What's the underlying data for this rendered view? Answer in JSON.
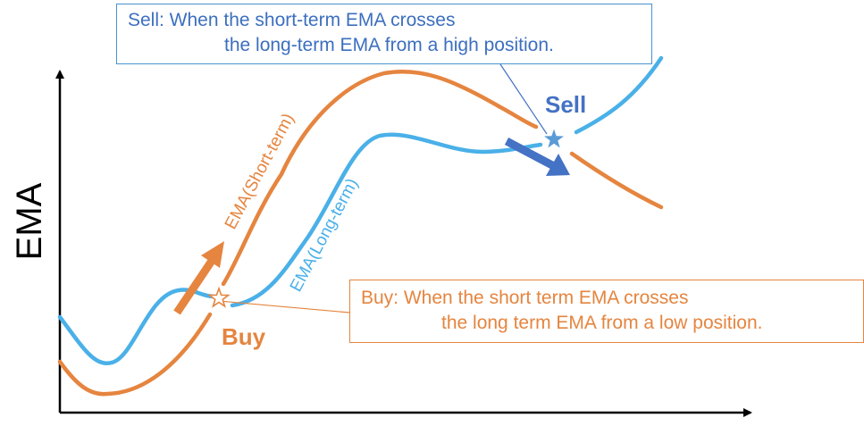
{
  "axis": {
    "ylabel": "EMA"
  },
  "series": {
    "short_term_label": "EMA(Short-term)",
    "long_term_label": "EMA(Long-term)"
  },
  "markers": {
    "buy_label": "Buy",
    "sell_label": "Sell"
  },
  "callouts": {
    "sell_line1": "Sell: When the short-term EMA crosses",
    "sell_line2": "the long-term EMA from a high position.",
    "buy_line1": "Buy: When the short term EMA crosses",
    "buy_line2": "the long term EMA from a low position."
  },
  "colors": {
    "short_term": "#e5853f",
    "long_term": "#4ab0e8",
    "buy": "#e5853f",
    "sell": "#4472c4",
    "star_sell_fill": "#5b9bd5",
    "axis": "#000000"
  }
}
